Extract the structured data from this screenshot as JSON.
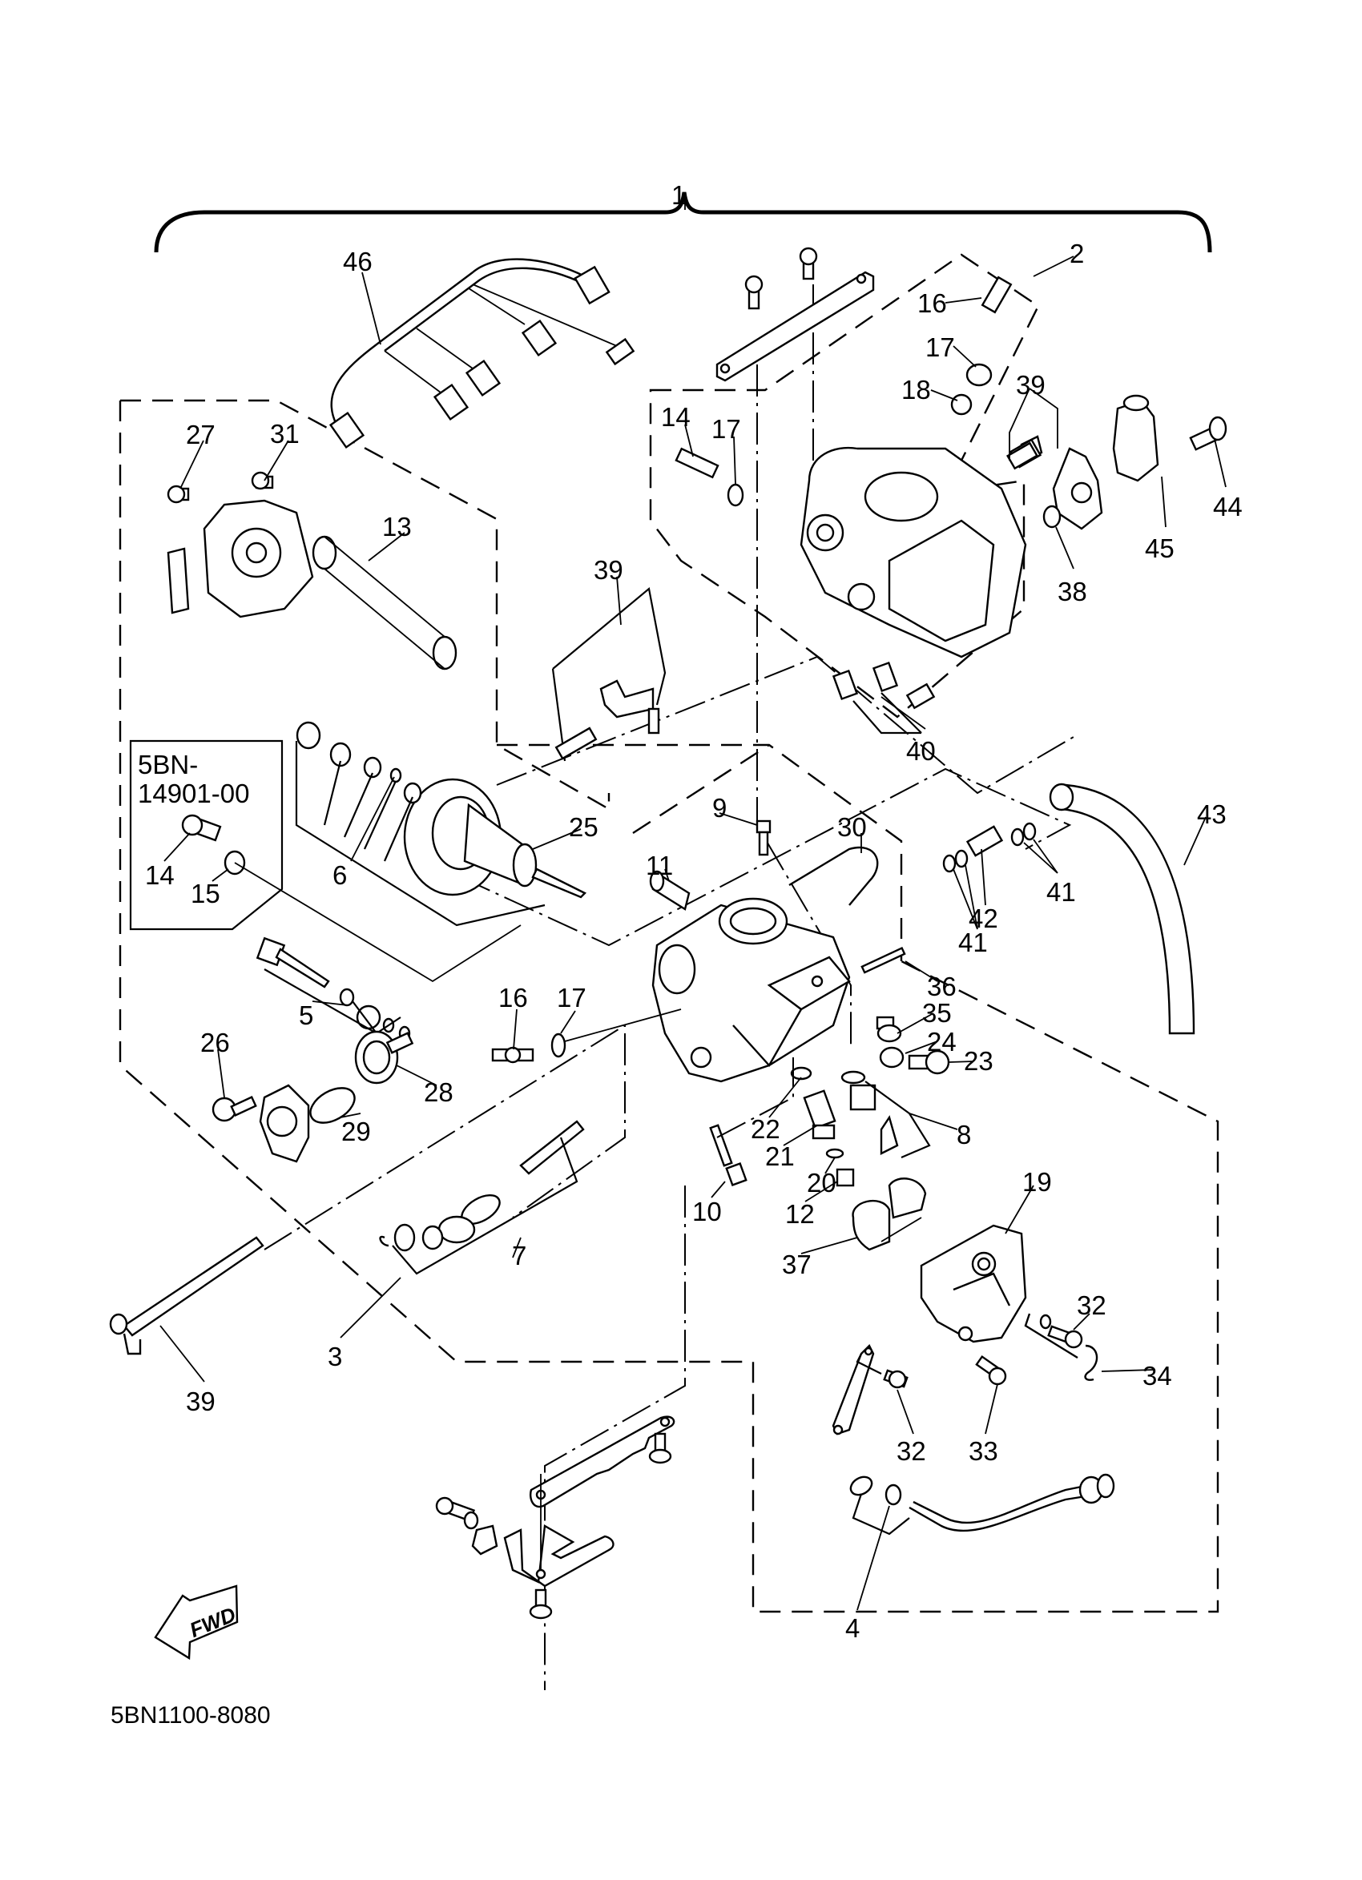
{
  "diagram": {
    "title_callout": "1",
    "catalog_number": "5BN1100-8080",
    "direction_indicator": "FWD",
    "inset": {
      "line1": "5BN-",
      "line2": "14901-00",
      "callouts": [
        "14",
        "15"
      ]
    },
    "callouts": [
      {
        "id": "c1",
        "label": "1"
      },
      {
        "id": "c2",
        "label": "2"
      },
      {
        "id": "c46",
        "label": "46"
      },
      {
        "id": "c16a",
        "label": "16"
      },
      {
        "id": "c17a",
        "label": "17"
      },
      {
        "id": "c18",
        "label": "18"
      },
      {
        "id": "c39a",
        "label": "39"
      },
      {
        "id": "c14a",
        "label": "14"
      },
      {
        "id": "c17b",
        "label": "17"
      },
      {
        "id": "c27",
        "label": "27"
      },
      {
        "id": "c31",
        "label": "31"
      },
      {
        "id": "c44",
        "label": "44"
      },
      {
        "id": "c45",
        "label": "45"
      },
      {
        "id": "c13",
        "label": "13"
      },
      {
        "id": "c38",
        "label": "38"
      },
      {
        "id": "c39b",
        "label": "39"
      },
      {
        "id": "c40",
        "label": "40"
      },
      {
        "id": "c9",
        "label": "9"
      },
      {
        "id": "c30",
        "label": "30"
      },
      {
        "id": "c43",
        "label": "43"
      },
      {
        "id": "c25",
        "label": "25"
      },
      {
        "id": "c6",
        "label": "6"
      },
      {
        "id": "c11",
        "label": "11"
      },
      {
        "id": "c41a",
        "label": "41"
      },
      {
        "id": "c42",
        "label": "42"
      },
      {
        "id": "c41b",
        "label": "41"
      },
      {
        "id": "c36",
        "label": "36"
      },
      {
        "id": "c5",
        "label": "5"
      },
      {
        "id": "c16b",
        "label": "16"
      },
      {
        "id": "c17c",
        "label": "17"
      },
      {
        "id": "c35",
        "label": "35"
      },
      {
        "id": "c24",
        "label": "24"
      },
      {
        "id": "c23",
        "label": "23"
      },
      {
        "id": "c26",
        "label": "26"
      },
      {
        "id": "c28",
        "label": "28"
      },
      {
        "id": "c29",
        "label": "29"
      },
      {
        "id": "c22",
        "label": "22"
      },
      {
        "id": "c8",
        "label": "8"
      },
      {
        "id": "c21",
        "label": "21"
      },
      {
        "id": "c20",
        "label": "20"
      },
      {
        "id": "c10",
        "label": "10"
      },
      {
        "id": "c12",
        "label": "12"
      },
      {
        "id": "c19",
        "label": "19"
      },
      {
        "id": "c7",
        "label": "7"
      },
      {
        "id": "c37",
        "label": "37"
      },
      {
        "id": "c32a",
        "label": "32"
      },
      {
        "id": "c34",
        "label": "34"
      },
      {
        "id": "c3",
        "label": "3"
      },
      {
        "id": "c39c",
        "label": "39"
      },
      {
        "id": "c32b",
        "label": "32"
      },
      {
        "id": "c33",
        "label": "33"
      },
      {
        "id": "c4",
        "label": "4"
      }
    ]
  }
}
